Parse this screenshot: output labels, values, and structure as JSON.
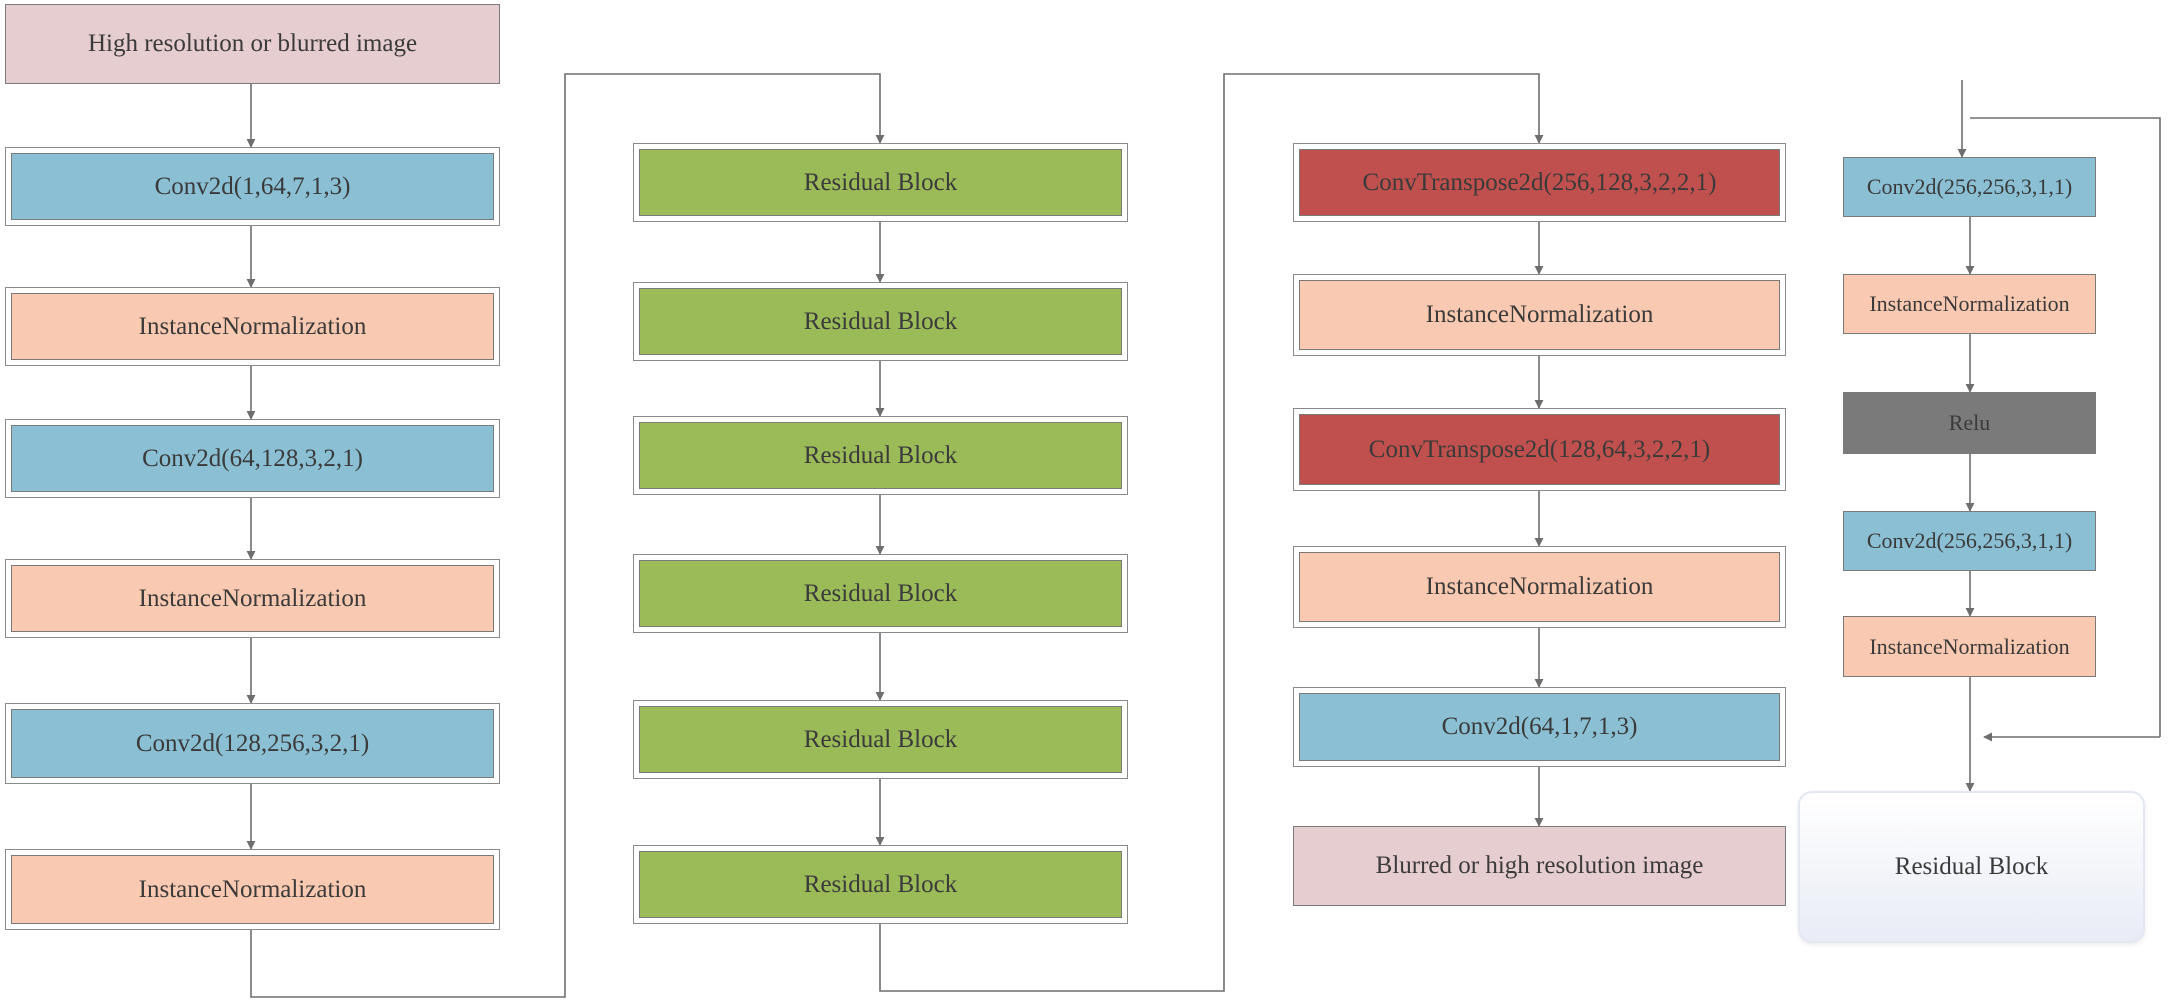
{
  "diagram": {
    "input_label": "High resolution or blurred image",
    "encoder": [
      "Conv2d(1,64,7,1,3)",
      "InstanceNormalization",
      "Conv2d(64,128,3,2,1)",
      "InstanceNormalization",
      "Conv2d(128,256,3,2,1)",
      "InstanceNormalization"
    ],
    "residual_blocks": [
      "Residual Block",
      "Residual Block",
      "Residual Block",
      "Residual Block",
      "Residual Block",
      "Residual Block"
    ],
    "decoder": [
      "ConvTranspose2d(256,128,3,2,2,1)",
      "InstanceNormalization",
      "ConvTranspose2d(128,64,3,2,2,1)",
      "InstanceNormalization",
      "Conv2d(64,1,7,1,3)"
    ],
    "output_label": "Blurred or high resolution image",
    "residual_detail": {
      "layers": [
        "Conv2d(256,256,3,1,1)",
        "InstanceNormalization",
        "Relu",
        "Conv2d(256,256,3,1,1)",
        "InstanceNormalization"
      ],
      "caption": "Residual Block"
    },
    "colors": {
      "input_output": "#e6cdd0",
      "conv": "#8bc0d4",
      "norm": "#f9c9b1",
      "residual": "#9bbb59",
      "transpose": "#c0504d",
      "relu": "#7a7a7a",
      "connector": "#6e6e6e"
    }
  }
}
